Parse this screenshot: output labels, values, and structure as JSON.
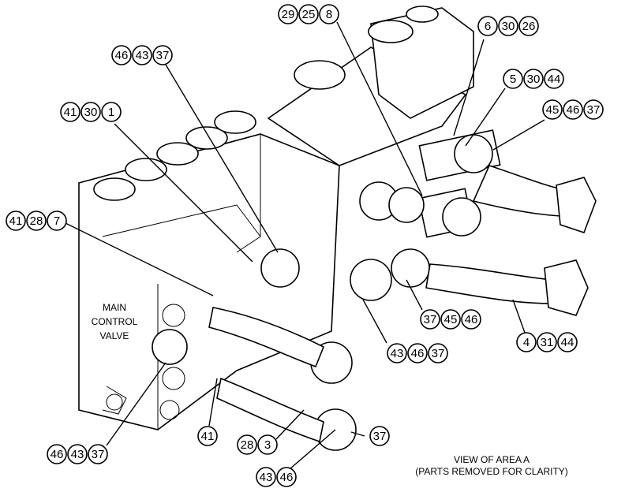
{
  "valve_label": [
    "MAIN",
    "CONTROL",
    "VALVE"
  ],
  "caption": [
    "VIEW OF AREA A",
    "(PARTS REMOVED FOR CLARITY)"
  ],
  "callouts": [
    {
      "id": "c-29-25-8",
      "numbers": [
        "29",
        "25",
        "8"
      ]
    },
    {
      "id": "c-6-30-26",
      "numbers": [
        "6",
        "30",
        "26"
      ]
    },
    {
      "id": "c-46-43-37-top",
      "numbers": [
        "46",
        "43",
        "37"
      ]
    },
    {
      "id": "c-5-30-44",
      "numbers": [
        "5",
        "30",
        "44"
      ]
    },
    {
      "id": "c-41-30-1",
      "numbers": [
        "41",
        "30",
        "1"
      ]
    },
    {
      "id": "c-45-46-37",
      "numbers": [
        "45",
        "46",
        "37"
      ]
    },
    {
      "id": "c-41-28-7",
      "numbers": [
        "41",
        "28",
        "7"
      ]
    },
    {
      "id": "c-37-45-46",
      "numbers": [
        "37",
        "45",
        "46"
      ]
    },
    {
      "id": "c-43-46-37",
      "numbers": [
        "43",
        "46",
        "37"
      ]
    },
    {
      "id": "c-4-31-44",
      "numbers": [
        "4",
        "31",
        "44"
      ]
    },
    {
      "id": "c-41",
      "numbers": [
        "41"
      ]
    },
    {
      "id": "c-28-3",
      "numbers": [
        "28",
        "3"
      ]
    },
    {
      "id": "c-37",
      "numbers": [
        "37"
      ]
    },
    {
      "id": "c-46-43-37-bottom",
      "numbers": [
        "46",
        "43",
        "37"
      ]
    },
    {
      "id": "c-43-46",
      "numbers": [
        "43",
        "46"
      ]
    }
  ]
}
